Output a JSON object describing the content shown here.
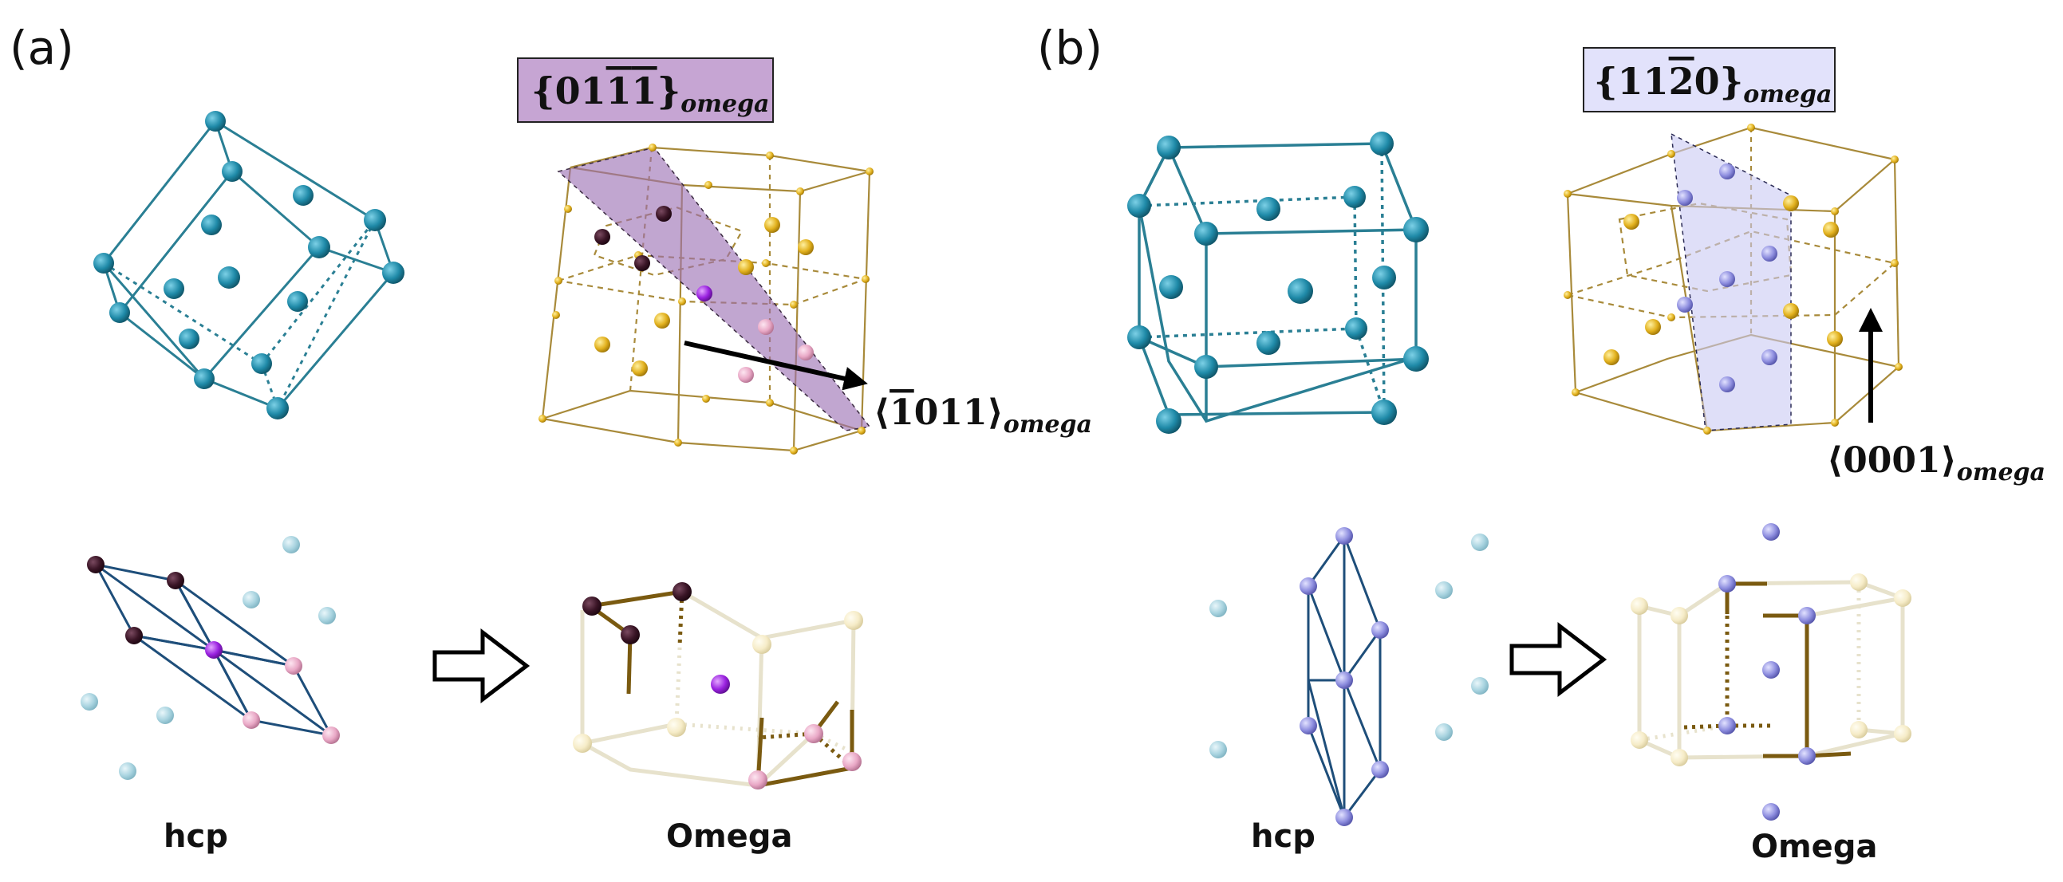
{
  "panels": {
    "a": {
      "label": "(a)",
      "plane_parts": {
        "open": "{01",
        "bar1": "1",
        "bar2": "1",
        "close": "}",
        "sub": "omega"
      },
      "direction_parts": {
        "open": "⟨",
        "bar": "1",
        "rest": "011⟩",
        "sub": "omega"
      },
      "left_caption": "hcp",
      "right_caption": "Omega"
    },
    "b": {
      "label": "(b)",
      "plane_parts": {
        "open": "{11",
        "bar": "2",
        "rest": "0}",
        "sub": "omega"
      },
      "direction_parts": {
        "main": "⟨0001⟩",
        "sub": "omega"
      },
      "left_caption": "hcp",
      "right_caption": "Omega"
    }
  },
  "colors": {
    "bcc_atom": "#1f8aa8",
    "bcc_edge": "#2a7f94",
    "hex_edge": "#a88a3a",
    "hex_atom": "#e2b11e",
    "plane_a_fill": "#9b6fb3",
    "plane_a_label_bg": "#c6a5d3",
    "plane_b_fill": "#c9c9f4",
    "plane_b_label_bg": "#e2e2fb",
    "dark_atom": "#3a1526",
    "magenta_atom": "#9a22e0",
    "pink_atom": "#e9a8c6",
    "lavender_atom": "#8e8edf",
    "pale_atom": "#a9d4e0",
    "hcp_edge": "#1e4e7a",
    "omega_edge": "#7a5a10",
    "pale_edge": "#e7e2cc",
    "pale_node": "#f6ecc8"
  },
  "icons": [
    "right-arrow-outline-icon",
    "right-arrow-outline-icon"
  ]
}
